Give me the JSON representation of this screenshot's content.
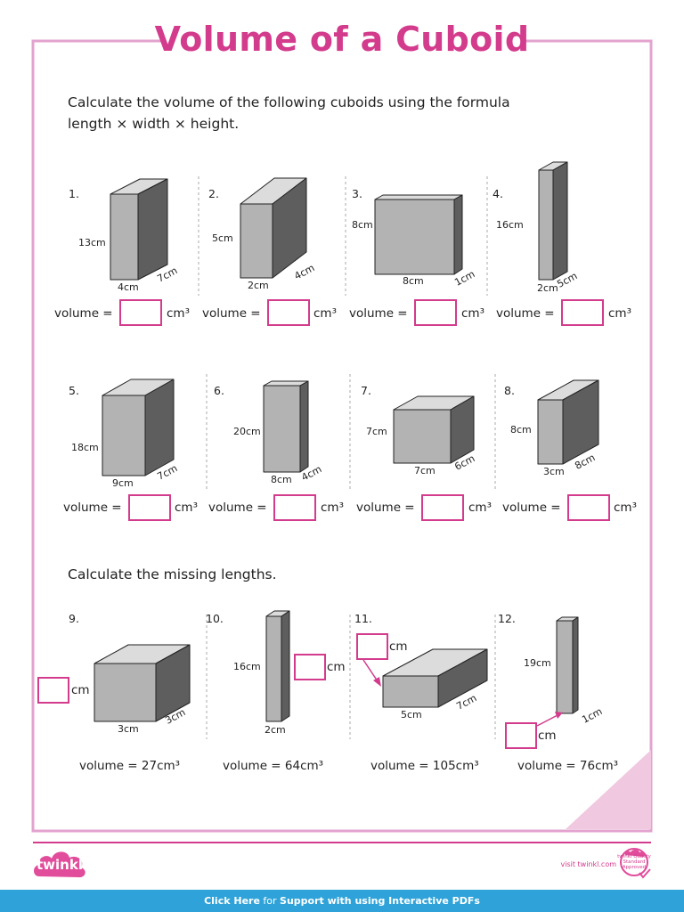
{
  "title": "Volume of a Cuboid",
  "instructions": {
    "line1": "Calculate the volume of the following cuboids using the formula",
    "line2": "length × width × height.",
    "missing": "Calculate the missing lengths."
  },
  "volume_label": "volume =",
  "unit_cubed": "cm³",
  "unit_cm": "cm",
  "questions": [
    {
      "number": "1.",
      "length": "4cm",
      "width": "7cm",
      "height": "13cm"
    },
    {
      "number": "2.",
      "length": "2cm",
      "width": "4cm",
      "height": "5cm"
    },
    {
      "number": "3.",
      "length": "8cm",
      "width": "1cm",
      "height": "8cm"
    },
    {
      "number": "4.",
      "length": "2cm",
      "width": "5cm",
      "height": "16cm"
    },
    {
      "number": "5.",
      "length": "9cm",
      "width": "7cm",
      "height": "18cm"
    },
    {
      "number": "6.",
      "length": "8cm",
      "width": "4cm",
      "height": "20cm"
    },
    {
      "number": "7.",
      "length": "7cm",
      "width": "6cm",
      "height": "7cm"
    },
    {
      "number": "8.",
      "length": "3cm",
      "width": "8cm",
      "height": "8cm"
    },
    {
      "number": "9.",
      "length": "3cm",
      "width": "3cm",
      "volume": "volume = 27cm³"
    },
    {
      "number": "10.",
      "height": "16cm",
      "length": "2cm",
      "volume": "volume = 64cm³"
    },
    {
      "number": "11.",
      "length": "5cm",
      "width": "7cm",
      "volume": "volume = 105cm³"
    },
    {
      "number": "12.",
      "height": "19cm",
      "width": "1cm",
      "volume": "volume = 76cm³"
    }
  ],
  "footer": {
    "logo": "twinkl",
    "visit": "visit twinkl.com",
    "badge": "twinkl Quality Standard Approved",
    "cta_strong": "Click Here",
    "cta_plain": " for ",
    "cta_rest": "Support with using Interactive PDFs"
  },
  "colors": {
    "accent": "#d33b8c",
    "frame": "#e3a3cf",
    "footer_bar": "#2fa3d9",
    "logo_cloud": "#e14c9b",
    "corner": "#f0c8e0"
  }
}
